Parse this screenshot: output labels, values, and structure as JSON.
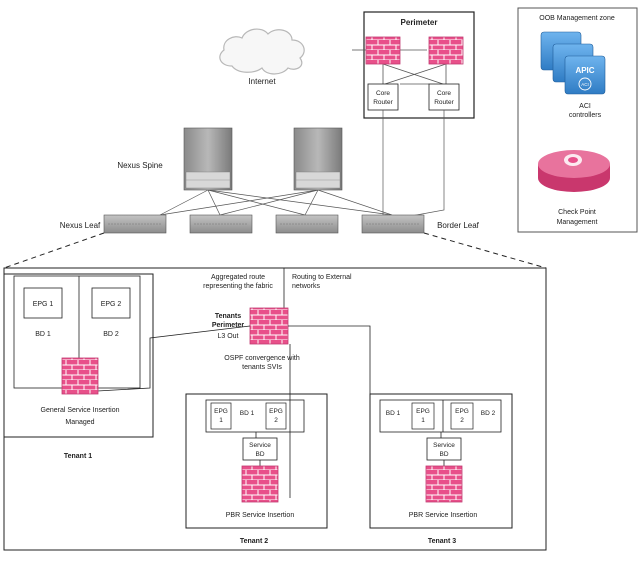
{
  "perimeter": {
    "title": "Perimeter",
    "core_router_line1": "Core",
    "core_router_line2": "Router"
  },
  "internet": {
    "label": "Internet"
  },
  "oob": {
    "title": "OOB Management zone",
    "apic_text": "APIC",
    "aci_text": "ACI",
    "controllers_line1": "ACI",
    "controllers_line2": "controllers",
    "checkpoint_line1": "Check Point",
    "checkpoint_line2": "Management"
  },
  "fabric": {
    "spine_label": "Nexus Spine",
    "leaf_label": "Nexus Leaf",
    "border_leaf_label": "Border Leaf"
  },
  "annotations": {
    "aggregated_line1": "Aggregated route",
    "aggregated_line2": "representing the fabric",
    "routing_line1": "Routing to External",
    "routing_line2": "networks",
    "tenants_perimeter_line1": "Tenants",
    "tenants_perimeter_line2": "Perimeter",
    "l3out": "L3 Out",
    "ospf_line1": "OSPF convergence with",
    "ospf_line2": "tenants SVIs"
  },
  "tenant1": {
    "epg1": "EPG 1",
    "epg2": "EPG 2",
    "bd1": "BD 1",
    "bd2": "BD 2",
    "service_line1": "General Service Insertion",
    "service_line2": "Managed",
    "label": "Tenant 1"
  },
  "tenant2": {
    "epg1_line1": "EPG",
    "epg1_line2": "1",
    "bd1": "BD 1",
    "epg2_line1": "EPG",
    "epg2_line2": "2",
    "service_bd_line1": "Service",
    "service_bd_line2": "BD",
    "pbr": "PBR Service Insertion",
    "label": "Tenant 2"
  },
  "tenant3": {
    "bd1": "BD 1",
    "epg1_line1": "EPG",
    "epg1_line2": "1",
    "epg2_line1": "EPG",
    "epg2_line2": "2",
    "bd2": "BD 2",
    "service_bd_line1": "Service",
    "service_bd_line2": "BD",
    "pbr": "PBR Service Insertion",
    "label": "Tenant 3"
  },
  "colors": {
    "firewall": "#e8508a",
    "firewall_mortar": "#ffffff",
    "apic": "#3d8fd6",
    "line": "#222222"
  }
}
